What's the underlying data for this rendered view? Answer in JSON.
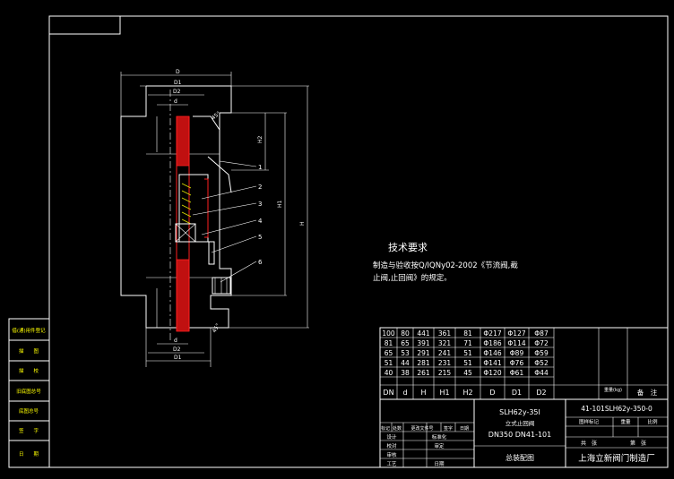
{
  "drawing": {
    "tech_title": "技术要求",
    "tech_line1": "制造与验收按Q/IQNy02-2002《节流阀,截",
    "tech_line2": "止阀,止回阀》的规定。",
    "dims": {
      "D": "D",
      "D1": "D1",
      "D2": "D2",
      "d": "d",
      "H": "H",
      "H1": "H1",
      "H2": "H2",
      "angle_top": "45°",
      "angle_bot": "45°"
    },
    "callouts": [
      "1",
      "2",
      "3",
      "4",
      "5",
      "6"
    ]
  },
  "left_strip": [
    "借(通)用件登记",
    "描　　图",
    "描　　校",
    "旧底图总号",
    "底图总号",
    "签　　字",
    "日　　期"
  ],
  "dim_table": {
    "rows": [
      [
        "100",
        "80",
        "441",
        "361",
        "81",
        "Φ217",
        "Φ127",
        "Φ87"
      ],
      [
        "81",
        "65",
        "391",
        "321",
        "71",
        "Φ186",
        "Φ114",
        "Φ72"
      ],
      [
        "65",
        "53",
        "291",
        "241",
        "51",
        "Φ146",
        "Φ89",
        "Φ59"
      ],
      [
        "51",
        "44",
        "281",
        "231",
        "51",
        "Φ141",
        "Φ76",
        "Φ52"
      ],
      [
        "40",
        "38",
        "261",
        "215",
        "45",
        "Φ120",
        "Φ61",
        "Φ44"
      ]
    ],
    "header": [
      "DN",
      "d",
      "H",
      "H1",
      "H2",
      "D",
      "D1",
      "D2"
    ],
    "weight_label": "重量(kg)",
    "remark_label": "备　注"
  },
  "title_block": {
    "drawing_no": "41-101SLH62y-350-0",
    "model": "SLH62y-35I",
    "name": "立式止回阀",
    "spec": "DN350 DN41-101",
    "drawing_type": "总装配图",
    "company": "上海立新阀门制造厂",
    "rev_header": [
      "标记",
      "处数",
      "更改文件号",
      "签字",
      "日期"
    ],
    "roles": [
      "设计",
      "校对",
      "审核",
      "工艺"
    ],
    "labels": [
      "标准化",
      "审定",
      "日期"
    ],
    "stage_label": "图样标记",
    "weight_label": "重量",
    "scale_label": "比例",
    "sheets_label": "共　张",
    "sheet_label": "第　张"
  }
}
